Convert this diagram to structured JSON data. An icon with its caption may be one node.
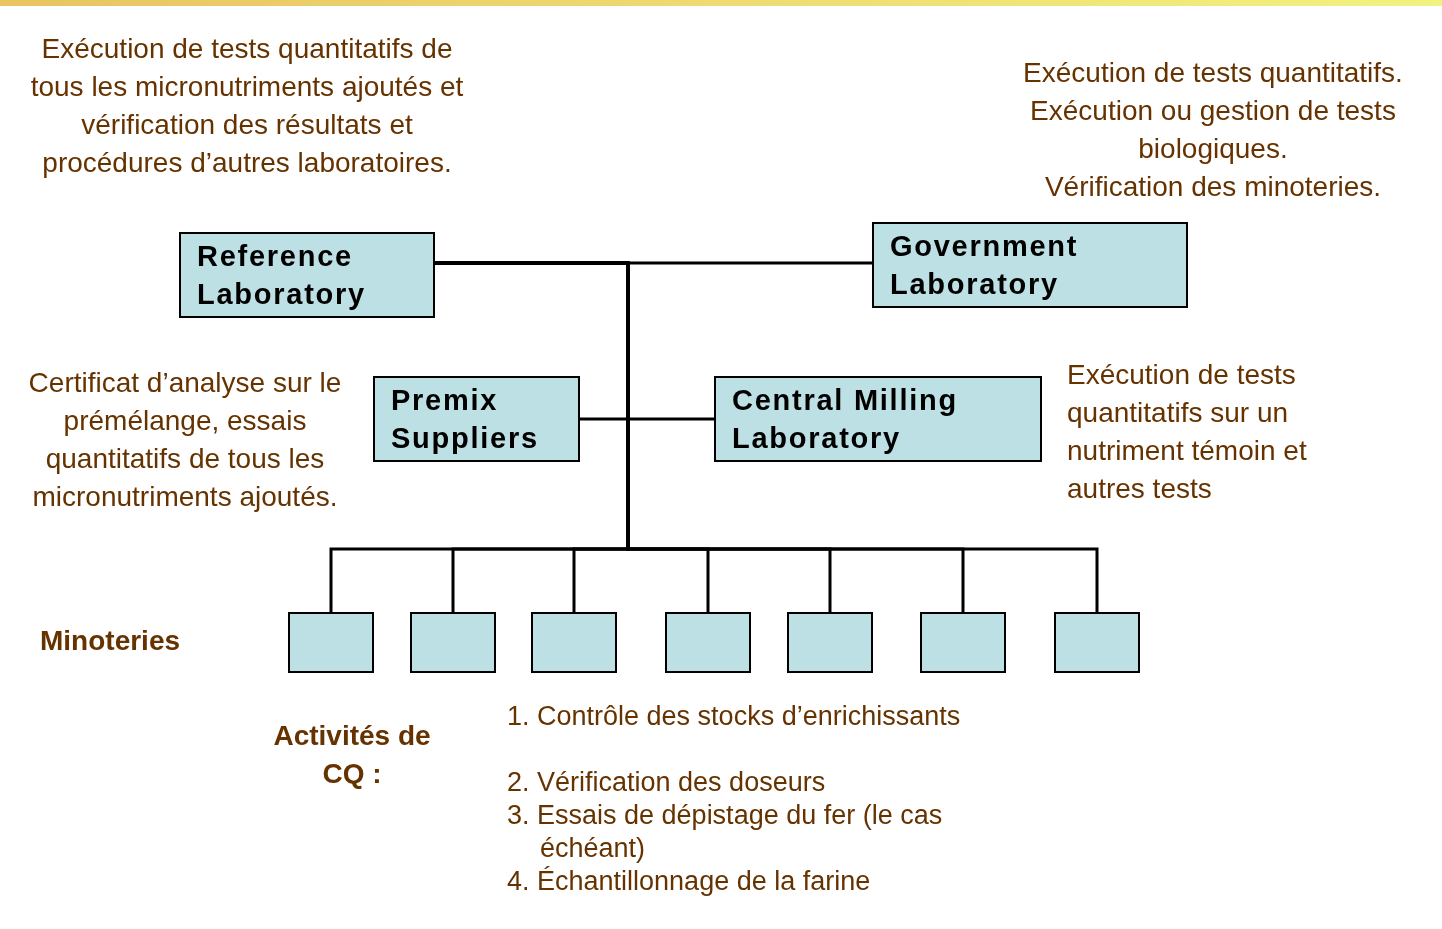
{
  "diagram": {
    "nodes": [
      {
        "text": [
          "Reference Laboratory"
        ],
        "beside": [
          "Exécution de tests quantitatifs de tous les micronutriments ajoutés et vérification des résultats et procédures d’autres laboratoires."
        ]
      },
      {
        "text": [
          "Government Laboratory"
        ],
        "beside": [
          "Exécution de tests quantitatifs.",
          "Exécution ou gestion de tests biologiques.",
          "Vérification des minoteries."
        ]
      },
      {
        "text": [
          "Premix Suppliers"
        ],
        "beside": [
          "Certificat d’analyse sur le prémélange, essais quantitatifs de tous les micronutriments ajoutés."
        ]
      },
      {
        "text": [
          "Central Milling Laboratory"
        ],
        "beside": [
          "Exécution de tests quantitatifs sur un nutriment témoin et autres tests"
        ]
      },
      {
        "text": [],
        "shape": "box"
      },
      {
        "text": [],
        "shape": "box"
      },
      {
        "text": [],
        "shape": "box"
      },
      {
        "text": [],
        "shape": "box"
      },
      {
        "text": [],
        "shape": "box"
      },
      {
        "text": [],
        "shape": "box"
      },
      {
        "text": [],
        "shape": "box"
      }
    ],
    "edges": [
      {
        "from": 0,
        "to": 1,
        "arrow": "none"
      },
      {
        "from": 2,
        "to": 3,
        "arrow": "none"
      },
      {
        "from": 0,
        "to": 4,
        "arrow": "none"
      },
      {
        "from": 0,
        "to": 5,
        "arrow": "none"
      },
      {
        "from": 0,
        "to": 6,
        "arrow": "none"
      },
      {
        "from": 0,
        "to": 7,
        "arrow": "none"
      },
      {
        "from": 0,
        "to": 8,
        "arrow": "none"
      },
      {
        "from": 0,
        "to": 9,
        "arrow": "none"
      },
      {
        "from": 0,
        "to": 10,
        "arrow": "none"
      }
    ],
    "labels": [
      "Minoteries",
      "Activités de CQ :",
      "1. Contrôle des stocks d’enrichissants",
      "2. Vérification des doseurs",
      "3. Essais de dépistage du fer (le cas échéant)",
      "4. Échantillonnage de la farine"
    ]
  }
}
